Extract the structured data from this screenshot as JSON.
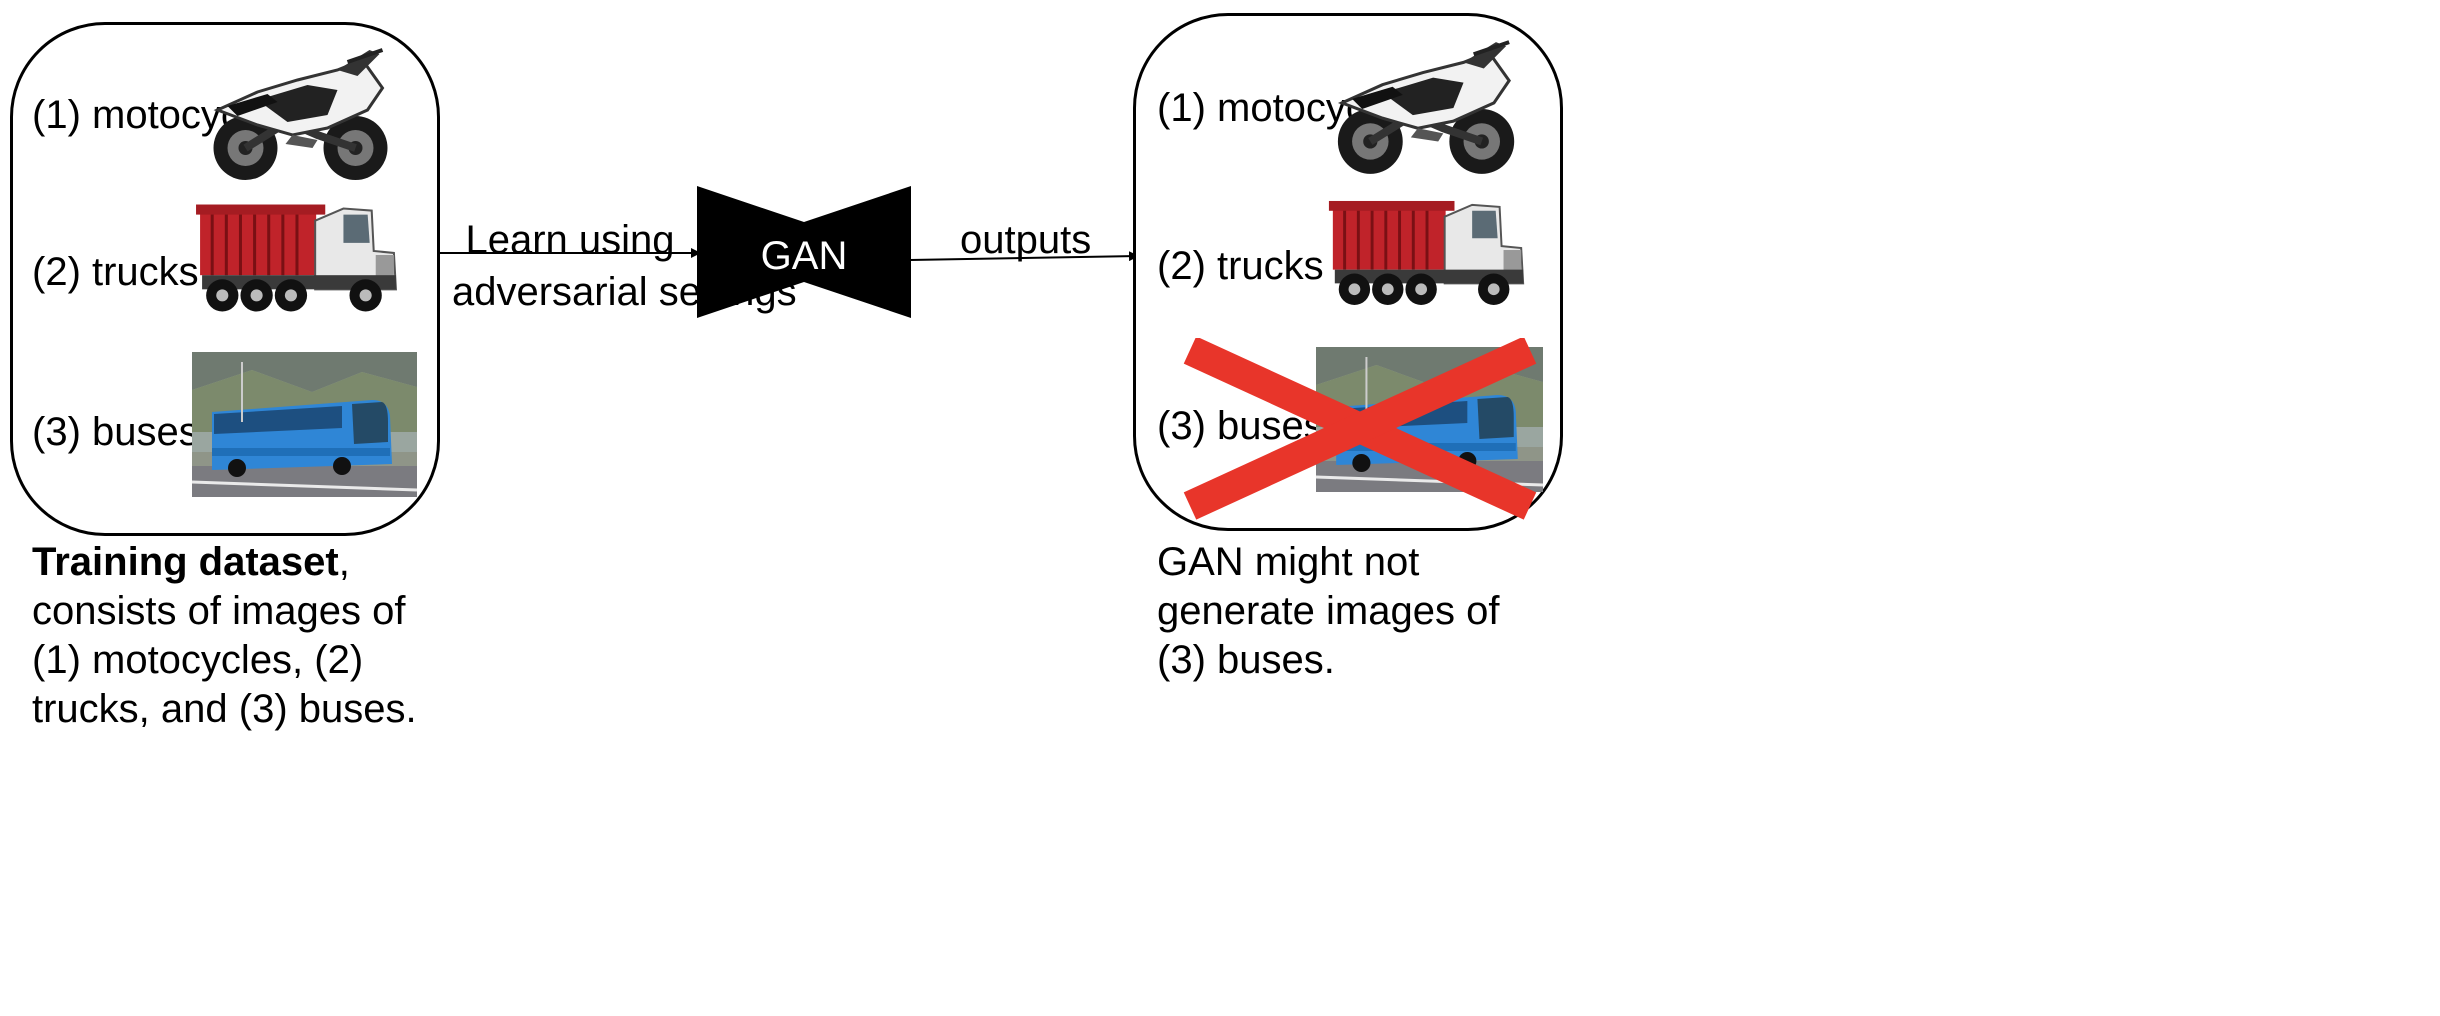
{
  "training": {
    "items": [
      {
        "label": "(1) motocycles",
        "picture": "motorcycle"
      },
      {
        "label": "(2) trucks",
        "picture": "dump-truck"
      },
      {
        "label": "(3) buses",
        "picture": "bus"
      }
    ],
    "caption_bold": "Training dataset",
    "caption_rest": ", consists of images of (1) motocycles, (2) trucks, and (3) buses."
  },
  "edges": {
    "learn_line1": "Learn using",
    "learn_line2": "adversarial settings",
    "outputs": "outputs"
  },
  "gan": {
    "label": "GAN"
  },
  "output": {
    "items": [
      {
        "label": "(1) motocycles",
        "picture": "motorcycle"
      },
      {
        "label": "(2) trucks",
        "picture": "dump-truck"
      },
      {
        "label": "(3) buses",
        "picture": "bus",
        "crossed_out": true
      }
    ],
    "caption": "GAN might not generate images of (3) buses."
  },
  "colors": {
    "cross": "#e8352a",
    "bus_body": "#2f86d6",
    "truck_bed": "#c0232a",
    "gan_shape": "#000000"
  }
}
